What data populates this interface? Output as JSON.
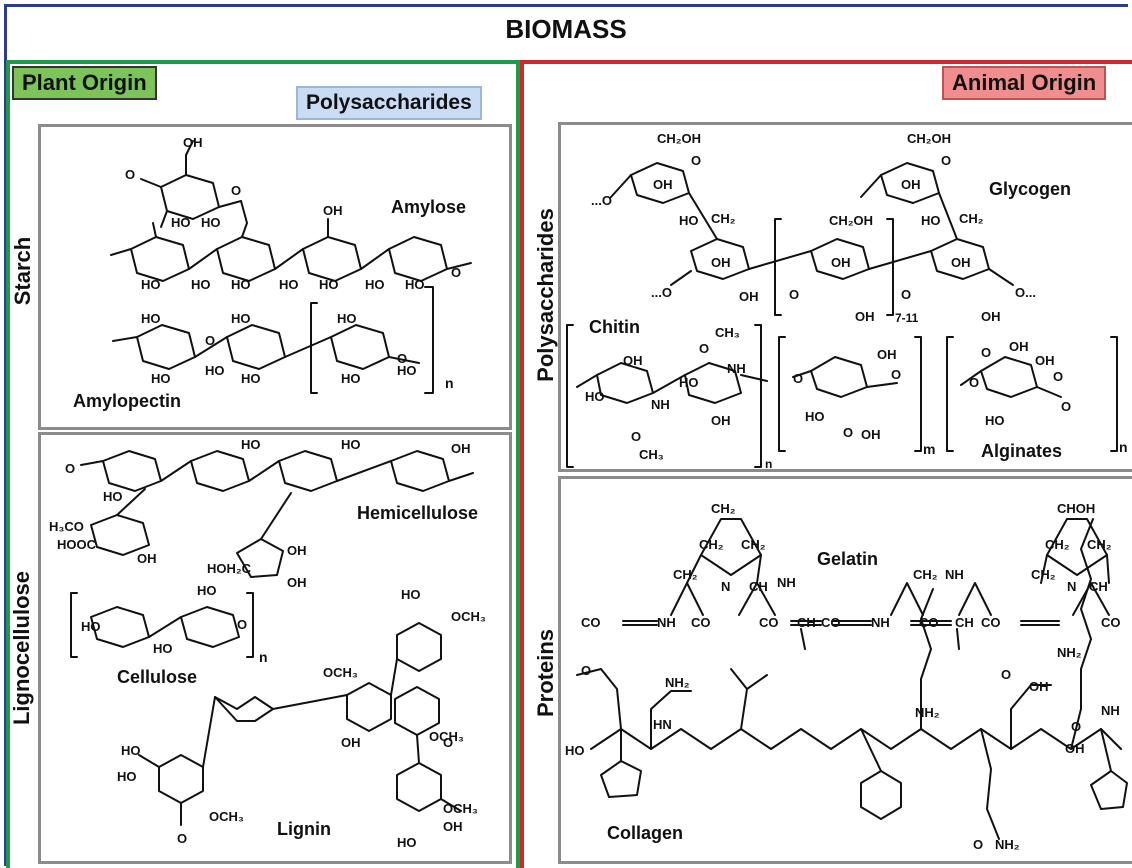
{
  "title": "BIOMASS",
  "plant": {
    "tag": "Plant Origin",
    "polysaccharides_tag": "Polysaccharides",
    "starch_label": "Starch",
    "lignocellulose_label": "Lignocellulose",
    "amylose": "Amylose",
    "amylopectin": "Amylopectin",
    "amylopectin_sub": "n",
    "hemicellulose": "Hemicellulose",
    "cellulose": "Cellulose",
    "cellulose_sub": "n",
    "lignin": "Lignin"
  },
  "animal": {
    "tag": "Animal Origin",
    "polysaccharides_label": "Polysaccharides",
    "proteins_label": "Proteins",
    "glycogen": "Glycogen",
    "glycogen_sub": "7-11",
    "chitin": "Chitin",
    "chitin_sub": "n",
    "alginates": "Alginates",
    "alginates_sub_m": "m",
    "alginates_sub_n": "n",
    "gelatin": "Gelatin",
    "collagen": "Collagen"
  },
  "colors": {
    "frame": "#2c3a8f",
    "plant_border": "#1f9a4a",
    "animal_border": "#cc2a30",
    "plant_tag": "#7cc35a",
    "animal_tag": "#ef8d8f",
    "poly_tag": "#c9dcf3",
    "panel_border": "#8c8c8c"
  }
}
